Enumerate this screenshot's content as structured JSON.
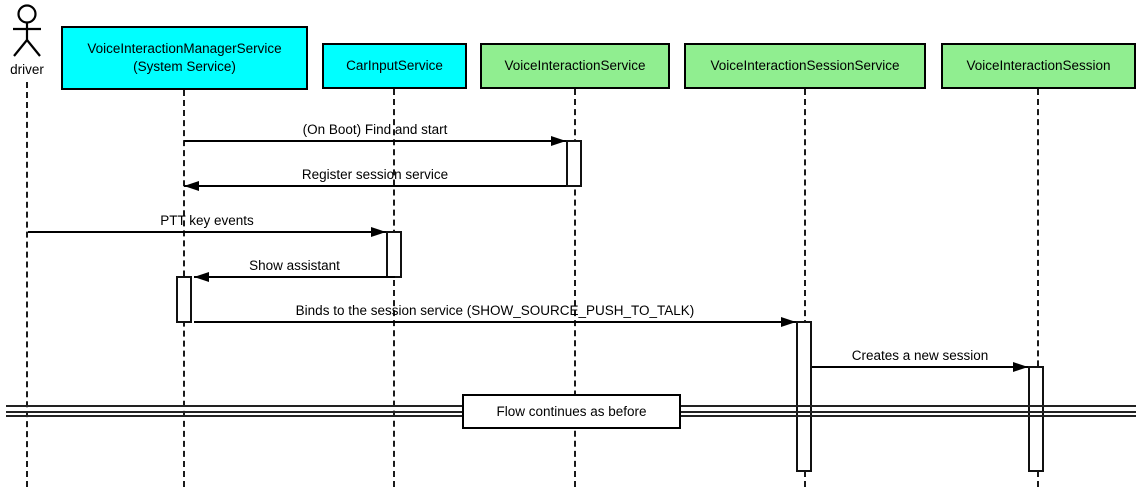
{
  "diagram_type": "uml-sequence-diagram",
  "colors": {
    "participant_system": "#00FFFF",
    "participant_android": "#90EE90",
    "border": "#000000",
    "background": "#FFFFFF",
    "line": "#000000"
  },
  "actor": {
    "label": "driver"
  },
  "participants": [
    {
      "label": "VoiceInteractionManagerService",
      "sublabel": "(System Service)",
      "color": "#00FFFF"
    },
    {
      "label": "CarInputService",
      "color": "#00FFFF"
    },
    {
      "label": "VoiceInteractionService",
      "color": "#90EE90"
    },
    {
      "label": "VoiceInteractionSessionService",
      "color": "#90EE90"
    },
    {
      "label": "VoiceInteractionSession",
      "color": "#90EE90"
    }
  ],
  "messages": [
    {
      "from": "VoiceInteractionManagerService",
      "to": "VoiceInteractionService",
      "direction": "right",
      "label": "(On Boot) Find and start"
    },
    {
      "from": "VoiceInteractionService",
      "to": "VoiceInteractionManagerService",
      "direction": "left",
      "label": "Register session service"
    },
    {
      "from": "driver",
      "to": "CarInputService",
      "direction": "right",
      "label": "PTT key events"
    },
    {
      "from": "CarInputService",
      "to": "VoiceInteractionManagerService",
      "direction": "left",
      "label": "Show assistant"
    },
    {
      "from": "VoiceInteractionManagerService",
      "to": "VoiceInteractionSessionService",
      "direction": "right",
      "label": "Binds to the session service (SHOW_SOURCE_PUSH_TO_TALK)"
    },
    {
      "from": "VoiceInteractionSessionService",
      "to": "VoiceInteractionSession",
      "direction": "right",
      "label": "Creates a new session"
    }
  ],
  "divider": {
    "label": "Flow continues as before"
  }
}
